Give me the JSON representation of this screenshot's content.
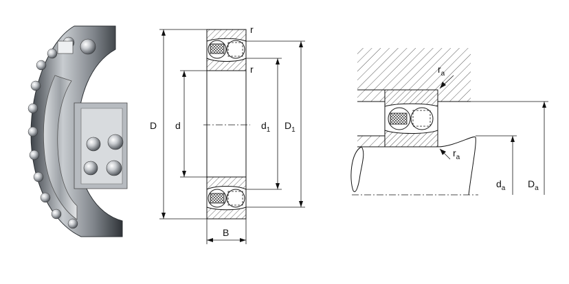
{
  "labels": {
    "D": "D",
    "d": "d",
    "d1_main": "d",
    "d1_sub": "1",
    "D1_main": "D",
    "D1_sub": "1",
    "B": "B",
    "r_top": "r",
    "r_mid": "r",
    "ra_top_main": "r",
    "ra_top_sub": "a",
    "ra_bot_main": "r",
    "ra_bot_sub": "a",
    "da_main": "d",
    "da_sub": "a",
    "Da_main": "D",
    "Da_sub": "a"
  },
  "colors": {
    "line": "#111111",
    "steel_light": "#e6e8ea",
    "steel_mid": "#a9adb2",
    "steel_dark": "#5b6066"
  }
}
